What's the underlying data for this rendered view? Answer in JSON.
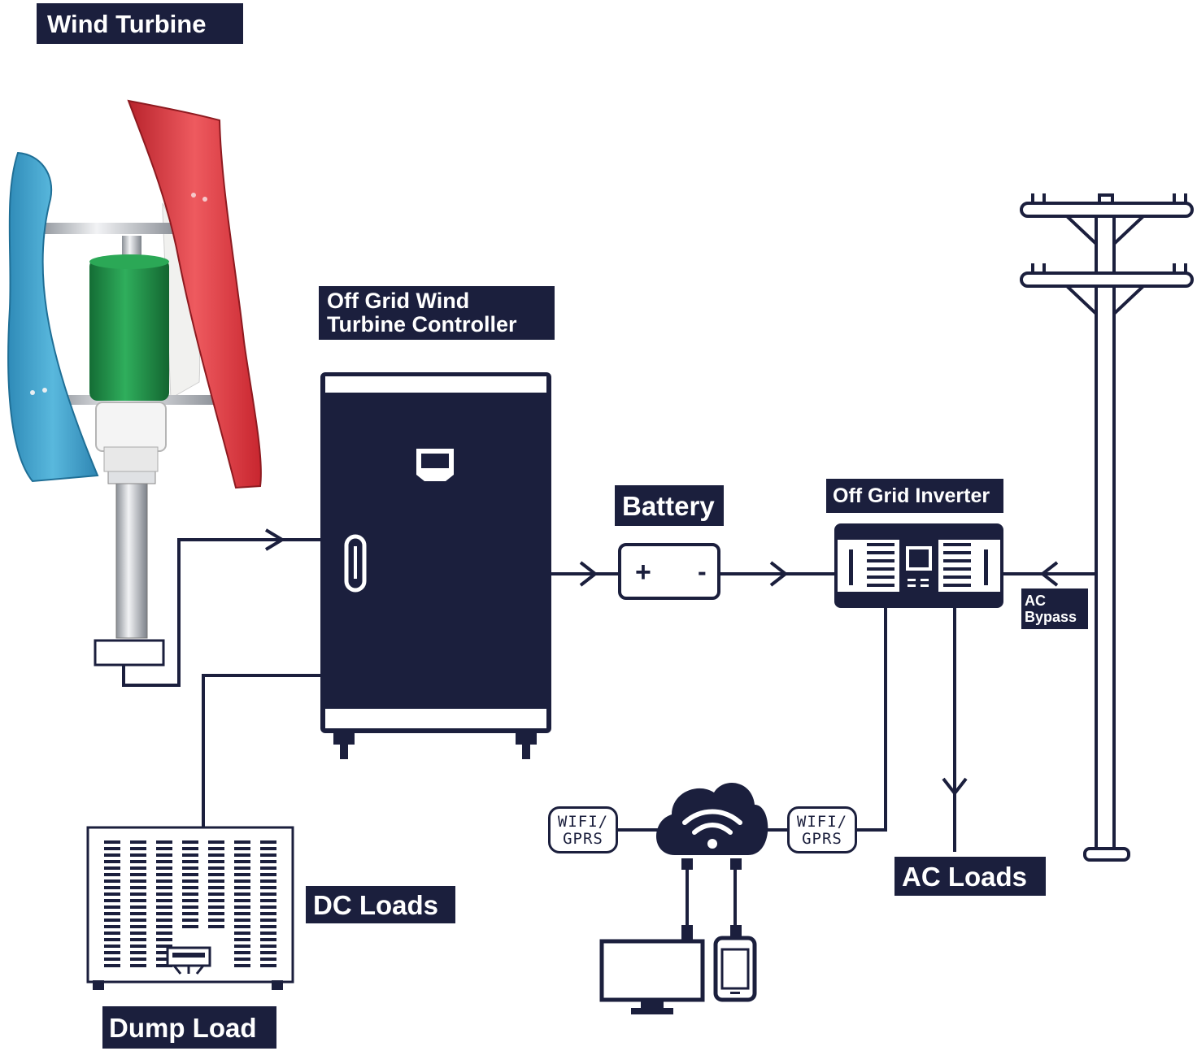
{
  "labels": {
    "wind_turbine": "Wind Turbine",
    "controller_line1": "Off Grid Wind",
    "controller_line2": "Turbine Controller",
    "battery": "Battery",
    "inverter": "Off Grid Inverter",
    "ac_bypass_line1": "AC",
    "ac_bypass_line2": "Bypass",
    "dc_loads": "DC Loads",
    "dump_load": "Dump Load",
    "ac_loads": "AC Loads",
    "wifi_left_line1": "WIFI/",
    "wifi_left_line2": "GPRS",
    "wifi_right_line1": "WIFI/",
    "wifi_right_line2": "GPRS",
    "battery_plus": "+",
    "battery_minus": "-"
  },
  "colors": {
    "navy": "#1b1f3d",
    "label_bg": "#1b1f3d",
    "blade_blue": "#3a9ec9",
    "blade_red": "#d9363e",
    "generator_green": "#1e8a45",
    "pole_steel": "#c9ccd0"
  }
}
